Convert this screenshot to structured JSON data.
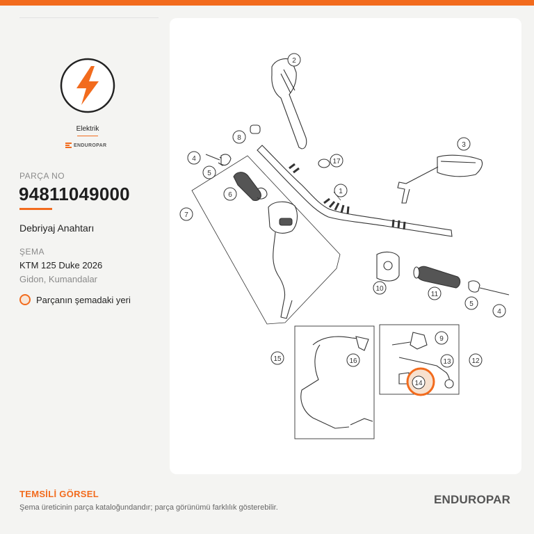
{
  "category": {
    "label": "Elektrik",
    "icon": "lightning-bolt-icon",
    "brand_small": "ENDUROPAR"
  },
  "part": {
    "no_label": "PARÇA NO",
    "number": "94811049000",
    "name": "Debriyaj Anahtarı"
  },
  "schema": {
    "label": "ŞEMA",
    "model": "KTM 125 Duke 2026",
    "section": "Gidon, Kumandalar"
  },
  "legend": {
    "text": "Parçanın şemadaki yeri"
  },
  "diagram": {
    "callouts": [
      "1",
      "2",
      "3",
      "4",
      "5",
      "6",
      "7",
      "8",
      "9",
      "10",
      "11",
      "12",
      "13",
      "14",
      "15",
      "16",
      "17"
    ],
    "highlighted": "14"
  },
  "footer": {
    "title": "TEMSİLİ GÖRSEL",
    "note": "Şema üreticinin parça kataloğundandır; parça görünümü farklılık gösterebilir.",
    "brand": "ENDUROPAR"
  },
  "colors": {
    "accent": "#f26b1d",
    "background": "#f4f4f2",
    "card": "#ffffff"
  }
}
